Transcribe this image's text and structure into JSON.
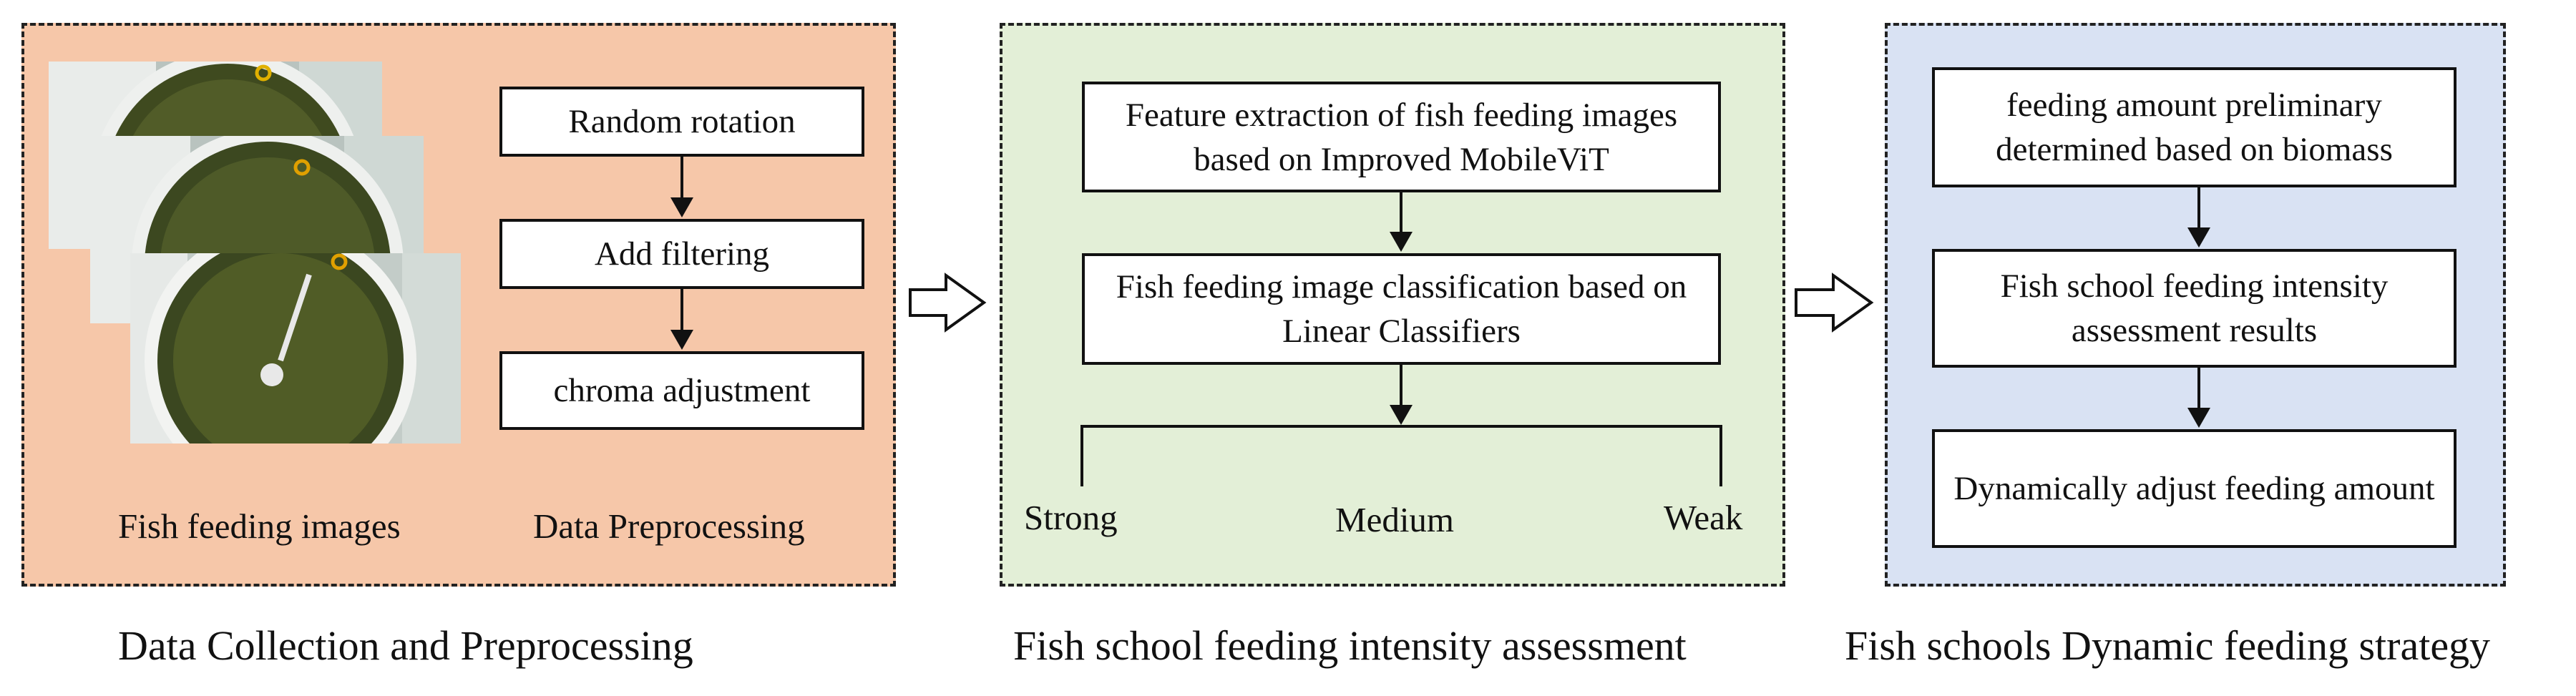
{
  "panel_a": {
    "steps": [
      "Random rotation",
      "Add filtering",
      "chroma adjustment"
    ],
    "label_images": "Fish feeding images",
    "label_preprocessing": "Data Preprocessing",
    "caption": "Data Collection and Preprocessing"
  },
  "panel_b": {
    "box1": "Feature extraction of fish feeding images based on Improved MobileViT",
    "box2": "Fish feeding image classification based on Linear Classifiers",
    "levels": [
      "Strong",
      "Medium",
      "Weak"
    ],
    "caption": "Fish school feeding intensity assessment"
  },
  "panel_c": {
    "box1": "feeding amount preliminary determined based on biomass",
    "box2": "Fish school feeding intensity assessment results",
    "box3": "Dynamically adjust feeding amount",
    "caption": "Fish schools Dynamic feeding strategy"
  },
  "colors": {
    "panel_a_bg": "#f6c7a9",
    "panel_b_bg": "#e3efd7",
    "panel_c_bg": "#d9e2f3"
  }
}
